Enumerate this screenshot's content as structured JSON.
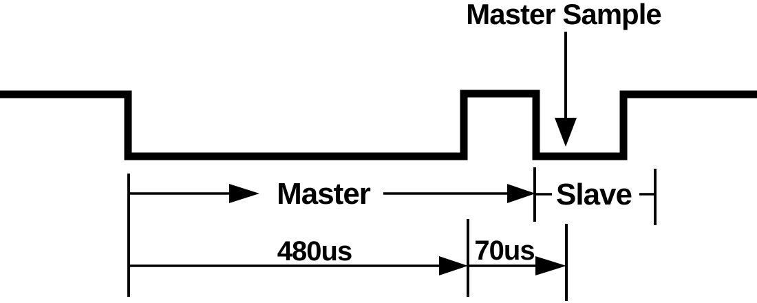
{
  "colors": {
    "ink": "#000000",
    "background": "#ffffff"
  },
  "labels": {
    "master_sample": "Master Sample",
    "master": "Master",
    "slave": "Slave",
    "duration_480": "480us",
    "duration_70": "70us"
  },
  "signal": {
    "type": "timing-waveform",
    "phases": [
      {
        "phase": "Master reset low pulse",
        "level": "low",
        "duration": "480us"
      },
      {
        "phase": "Master release / high pulse",
        "level": "high"
      },
      {
        "phase": "Slave presence pulse",
        "level": "low"
      }
    ],
    "sample_point": {
      "label": "Master Sample",
      "offset": "70us"
    }
  }
}
